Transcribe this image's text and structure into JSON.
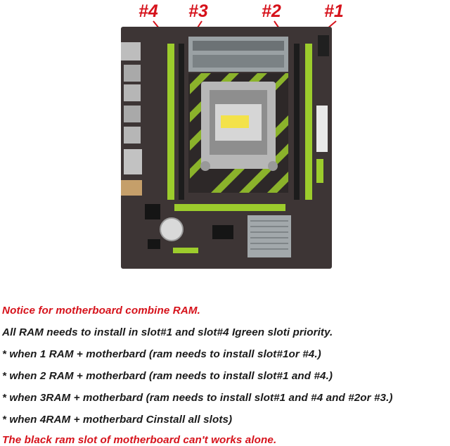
{
  "colors": {
    "accent_red": "#d6121b",
    "text": "#1a1a1a",
    "board": "#3b3434",
    "slot_green": "#9ccc2c",
    "slot_black": "#1c1c1c"
  },
  "figure": {
    "slot_labels": [
      "#4",
      "#3",
      "#2",
      "#1"
    ]
  },
  "notice": {
    "heading": "Notice for motherboard combine RAM.",
    "lines": [
      "All RAM needs to install in slot#1 and slot#4 Igreen sloti priority.",
      "* when 1 RAM + motherbard (ram needs to install slot#1or #4.)",
      "* when 2 RAM + motherbard (ram needs to install slot#1 and #4.)",
      "* when 3RAM + motherbard (ram needs to install slot#1 and #4 and #2or #3.)",
      "* when 4RAM + motherbard Cinstall all slots)"
    ],
    "warning": "The black ram slot of motherboard can't works alone."
  }
}
